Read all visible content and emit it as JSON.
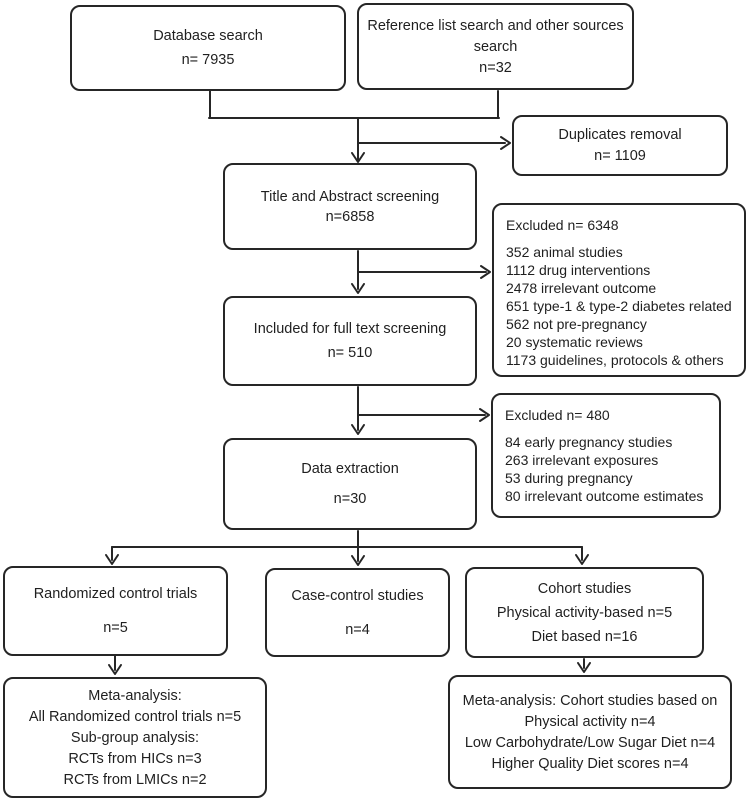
{
  "colors": {
    "line": "#262626",
    "text": "#1f1f1f",
    "background": "#ffffff"
  },
  "nodes": {
    "database_search": {
      "lines": [
        "Database search",
        "n= 7935"
      ]
    },
    "reference_search": {
      "lines": [
        "Reference list search and other sources",
        "search",
        "n=32"
      ]
    },
    "duplicates_removal": {
      "lines": [
        "Duplicates removal",
        "n= 1109"
      ]
    },
    "title_abstract_screening": {
      "lines": [
        "Title and Abstract screening n=6858"
      ]
    },
    "excluded_screening": {
      "header": "Excluded n= 6348",
      "items": [
        "352 animal studies",
        "1112 drug interventions",
        "2478 irrelevant outcome",
        "651 type-1 & type-2 diabetes related",
        "562 not pre-pregnancy",
        "20 systematic reviews",
        "1173 guidelines, protocols & others"
      ]
    },
    "included_full_text": {
      "lines": [
        "Included for full text screening",
        "n= 510"
      ]
    },
    "excluded_full_text": {
      "header": "Excluded n= 480",
      "items": [
        "84 early pregnancy studies",
        "263 irrelevant exposures",
        "53 during pregnancy",
        "80 irrelevant outcome estimates"
      ]
    },
    "data_extraction": {
      "lines": [
        "Data extraction",
        "n=30"
      ]
    },
    "randomized_control_trials": {
      "lines": [
        "Randomized control trials",
        "n=5"
      ]
    },
    "case_control_studies": {
      "lines": [
        "Case-control studies",
        "n=4"
      ]
    },
    "cohort_studies": {
      "lines": [
        "Cohort studies",
        "Physical activity-based n=5",
        "Diet based n=16"
      ]
    },
    "meta_analysis_rct": {
      "lines": [
        "Meta-analysis:",
        "All Randomized control trials n=5",
        "Sub-group analysis:",
        "RCTs from HICs n=3",
        "RCTs from LMICs n=2"
      ]
    },
    "meta_analysis_cohort": {
      "lines": [
        "Meta-analysis: Cohort studies based on",
        "Physical activity n=4",
        "Low Carbohydrate/Low Sugar Diet n=4",
        "Higher Quality Diet scores n=4"
      ]
    }
  }
}
